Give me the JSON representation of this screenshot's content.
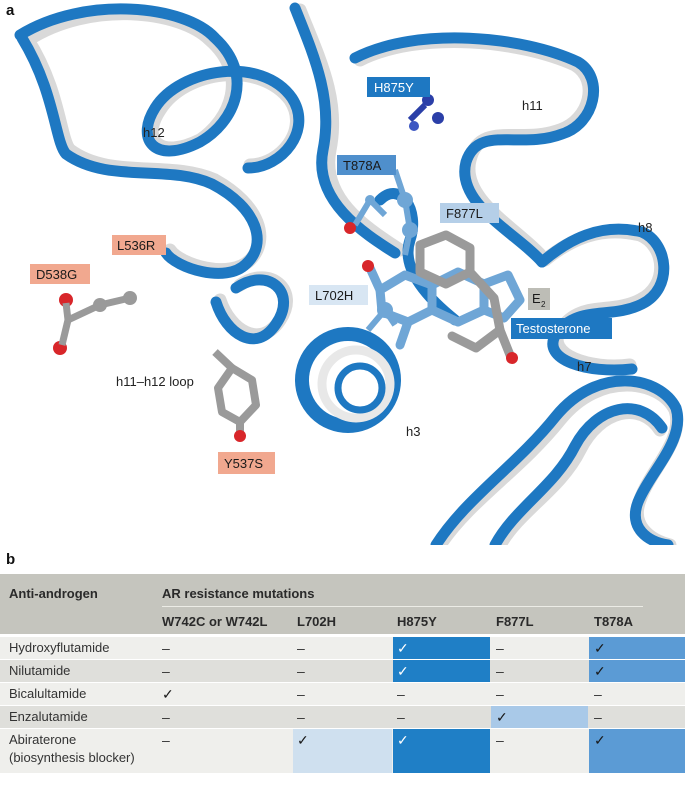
{
  "panel_a": {
    "letter": "a",
    "residues": {
      "h875y": "H875Y",
      "t878a": "T878A",
      "f877l": "F877L",
      "l702h": "L702H",
      "l536r": "L536R",
      "d538g": "D538G",
      "y537s": "Y537S"
    },
    "helices": {
      "h12": "h12",
      "h11": "h11",
      "h8": "h8",
      "h7": "h7",
      "h3": "h3",
      "loop": "h11–h12 loop"
    },
    "ligands": {
      "testosterone": "Testosterone",
      "e2_main": "E",
      "e2_sub": "2"
    },
    "colors": {
      "protein_blue": "#1e78c2",
      "protein_white": "#f2f2f2",
      "ligand_steel": "#6fa6d6",
      "carbon_grey": "#9a9a9a",
      "oxygen_red": "#d8262a",
      "nitrogen_navy": "#2b3fa8",
      "label_salmon": "#f1a88f",
      "label_dark_blue": "#1e78c2",
      "label_mid_blue": "#4f8fcc",
      "label_light_blue": "#b5cfe8",
      "label_pale_blue": "#d8e6f3",
      "label_grey": "#bdbdb6"
    }
  },
  "panel_b": {
    "letter": "b",
    "header": {
      "col0": "Anti-androgen",
      "group": "AR resistance mutations",
      "mutations": [
        "W742C or W742L",
        "L702H",
        "H875Y",
        "F877L",
        "T878A"
      ]
    },
    "rows": [
      {
        "drug": "Hydroxyflutamide",
        "cells": [
          "–",
          "–",
          "✓",
          "–",
          "✓"
        ]
      },
      {
        "drug": "Nilutamide",
        "cells": [
          "–",
          "–",
          "✓",
          "–",
          "✓"
        ]
      },
      {
        "drug": "Bicalultamide",
        "cells": [
          "✓",
          "–",
          "–",
          "–",
          "–"
        ]
      },
      {
        "drug": "Enzalutamide",
        "cells": [
          "–",
          "–",
          "–",
          "✓",
          "–"
        ]
      },
      {
        "drug": "Abiraterone",
        "drug_line2": "(biosynthesis blocker)",
        "cells": [
          "–",
          "✓",
          "✓",
          "–",
          "✓"
        ]
      }
    ],
    "column_colors": [
      "none",
      "#cfe0ef",
      "#1f7fc6",
      "#a9c9e8",
      "#5b9bd5"
    ]
  }
}
